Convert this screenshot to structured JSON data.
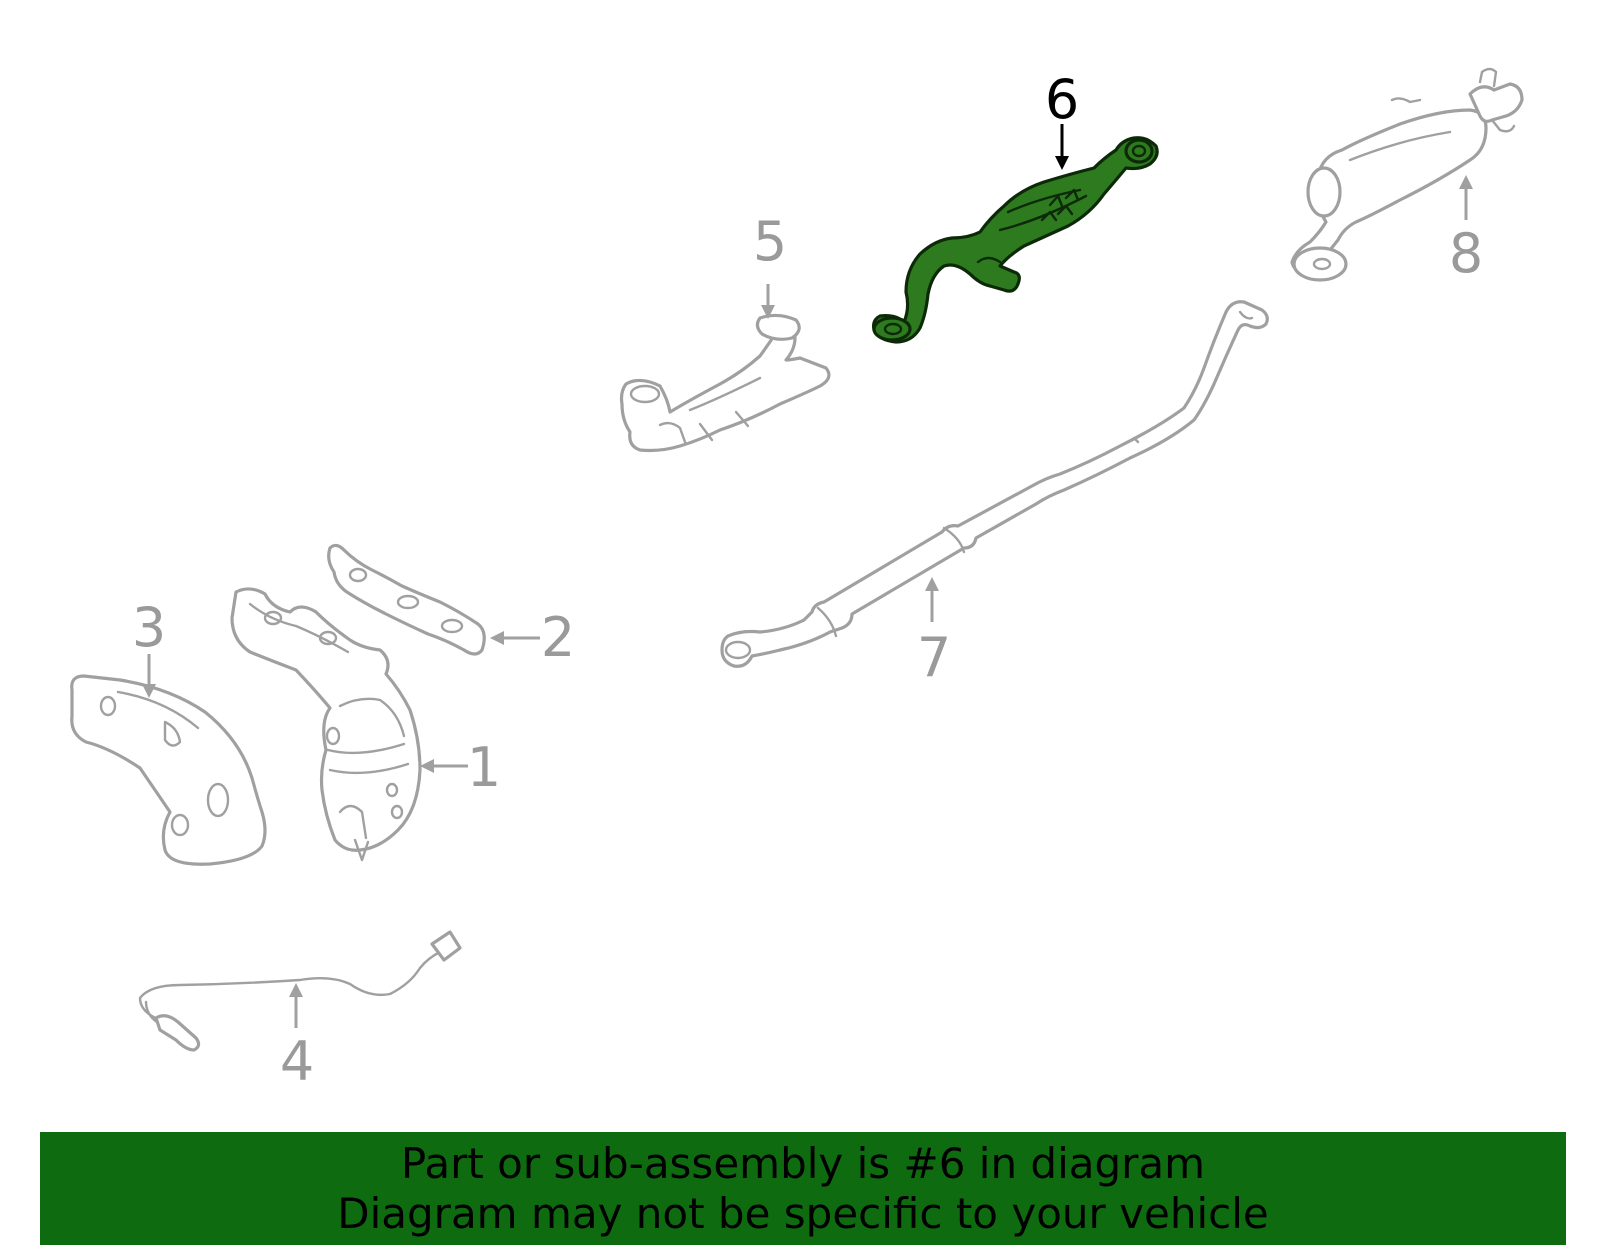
{
  "diagram": {
    "callouts": [
      {
        "id": "1",
        "label": "1",
        "highlighted": false
      },
      {
        "id": "2",
        "label": "2",
        "highlighted": false
      },
      {
        "id": "3",
        "label": "3",
        "highlighted": false
      },
      {
        "id": "4",
        "label": "4",
        "highlighted": false
      },
      {
        "id": "5",
        "label": "5",
        "highlighted": false
      },
      {
        "id": "6",
        "label": "6",
        "highlighted": true
      },
      {
        "id": "7",
        "label": "7",
        "highlighted": false
      },
      {
        "id": "8",
        "label": "8",
        "highlighted": false
      }
    ],
    "colors": {
      "part_outline": "#a0a0a0",
      "highlight_fill": "#2d7a1f",
      "highlight_outline": "#0d2a08",
      "banner": "#0f6b10"
    }
  },
  "banner": {
    "line1": "Part or sub-assembly is #6 in diagram",
    "line2": "Diagram may not be specific to your vehicle"
  }
}
